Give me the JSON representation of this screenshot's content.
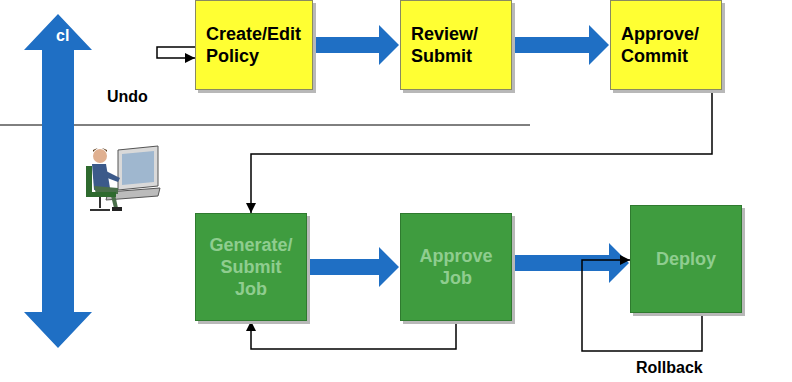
{
  "diagram": {
    "nodes": [
      {
        "text": [
          "Create/Edit Policy"
        ]
      },
      {
        "text": [
          "Review/ Submit"
        ]
      },
      {
        "text": [
          "Approve/ Commit"
        ]
      },
      {
        "text": [
          "Generate/ Submit Job"
        ]
      },
      {
        "text": [
          "Approve Job"
        ]
      },
      {
        "text": [
          "Deploy"
        ]
      }
    ],
    "edges": [
      {
        "from": 0,
        "to": 1,
        "arrow": "to"
      },
      {
        "from": 1,
        "to": 2,
        "arrow": "to"
      },
      {
        "from": 2,
        "to": 3,
        "arrow": "to"
      },
      {
        "from": 3,
        "to": 4,
        "arrow": "to"
      },
      {
        "from": 4,
        "to": 5,
        "arrow": "to"
      },
      {
        "from": 4,
        "to": 3,
        "arrow": "to"
      },
      {
        "from": 5,
        "to": 5,
        "label": "Rollback",
        "arrow": "to"
      },
      {
        "from": 0,
        "to": 0,
        "label": "Undo",
        "arrow": "to"
      }
    ],
    "labels": [
      "cl"
    ]
  }
}
